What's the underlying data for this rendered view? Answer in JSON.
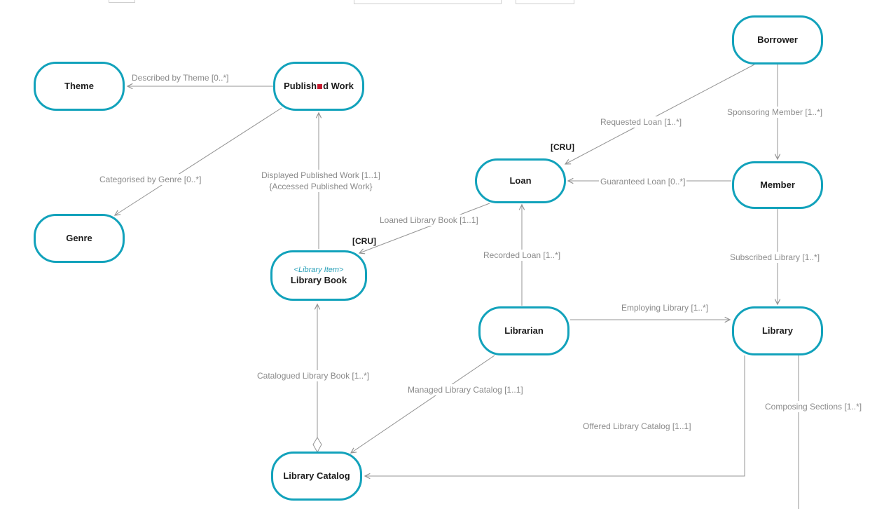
{
  "diagram_type": "domain-model",
  "colors": {
    "node_border": "#12a2bb",
    "node_fill": "#ffffff",
    "edge": "#949494",
    "edge_label": "#8b8b8b",
    "crud_label": "#1a1a1a",
    "red_marker": "#c61a2f",
    "stereotype": "#2aa0b8"
  },
  "nodes": {
    "theme": {
      "label": "Theme"
    },
    "published_work": {
      "label_before": "Publish",
      "label_after": "d Work",
      "marker": "red-square"
    },
    "genre": {
      "label": "Genre"
    },
    "loan": {
      "label": "Loan"
    },
    "borrower": {
      "label": "Borrower"
    },
    "member": {
      "label": "Member"
    },
    "library_book": {
      "stereotype": "<Library Item>",
      "label": "Library Book"
    },
    "librarian": {
      "label": "Librarian"
    },
    "library": {
      "label": "Library"
    },
    "library_catalog": {
      "label": "Library Catalog"
    }
  },
  "edges": {
    "described_by_theme": {
      "label": "Described by Theme [0..*]",
      "from": "published_work",
      "to": "theme"
    },
    "categorised_by_genre": {
      "label": "Categorised by Genre [0..*]",
      "from": "published_work",
      "to": "genre"
    },
    "displayed_published_work": {
      "label": "Displayed Published Work [1..1]",
      "constraint": "{Accessed Published Work}",
      "from": "library_book",
      "to": "published_work"
    },
    "loaned_library_book": {
      "label": "Loaned Library Book [1..1]",
      "crud": "[CRU]",
      "from": "loan",
      "to": "library_book"
    },
    "requested_loan": {
      "label": "Requested Loan [1..*]",
      "crud": "[CRU]",
      "from": "borrower",
      "to": "loan"
    },
    "sponsoring_member": {
      "label": "Sponsoring Member [1..*]",
      "from": "borrower",
      "to": "member"
    },
    "guaranteed_loan": {
      "label": "Guaranteed Loan [0..*]",
      "from": "member",
      "to": "loan"
    },
    "subscribed_library": {
      "label": "Subscribed Library [1..*]",
      "from": "member",
      "to": "library"
    },
    "recorded_loan": {
      "label": "Recorded Loan [1..*]",
      "from": "librarian",
      "to": "loan"
    },
    "employing_library": {
      "label": "Employing Library [1..*]",
      "from": "librarian",
      "to": "library"
    },
    "managed_library_catalog": {
      "label": "Managed Library Catalog [1..1]",
      "from": "librarian",
      "to": "library_catalog"
    },
    "offered_library_catalog": {
      "label": "Offered Library Catalog [1..1]",
      "from": "library",
      "to": "library_catalog"
    },
    "catalogued_library_book": {
      "label": "Catalogued Library Book [1..*]",
      "from": "library_catalog",
      "to": "library_book",
      "aggregation": "diamond"
    },
    "composing_sections": {
      "label": "Composing Sections [1..*]",
      "from": "library"
    }
  }
}
